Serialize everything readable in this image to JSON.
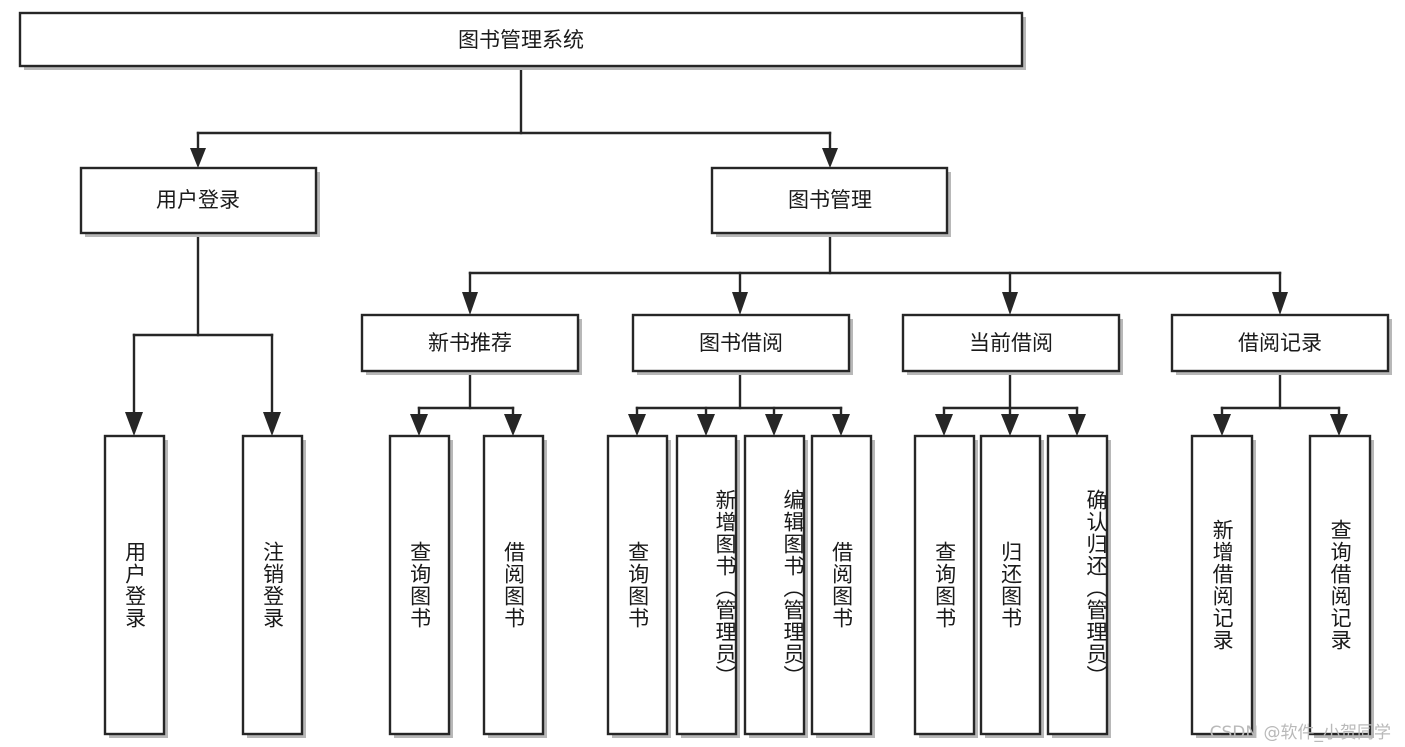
{
  "diagram": {
    "type": "tree-hierarchy",
    "title": "图书管理系统",
    "watermark": "CSDN @软件_小贺同学",
    "colors": {
      "stroke": "#262626",
      "fill": "#ffffff",
      "text": "#1a1a1a",
      "shadow": "#b8b8b8",
      "watermark": "#b9b9b9"
    },
    "levels": {
      "root": {
        "label": "图书管理系统"
      },
      "level2": [
        {
          "label": "用户登录"
        },
        {
          "label": "图书管理"
        }
      ],
      "level3": [
        {
          "label": "新书推荐"
        },
        {
          "label": "图书借阅"
        },
        {
          "label": "当前借阅"
        },
        {
          "label": "借阅记录"
        }
      ],
      "leaves": {
        "user_login": [
          {
            "label": "用户登录"
          },
          {
            "label": "注销登录"
          }
        ],
        "new_book_rec": [
          {
            "label": "查询图书"
          },
          {
            "label": "借阅图书"
          }
        ],
        "book_borrow": [
          {
            "label": "查询图书"
          },
          {
            "label": "新增图书（管理员）"
          },
          {
            "label": "编辑图书（管理员）"
          },
          {
            "label": "借阅图书"
          }
        ],
        "current_borrow": [
          {
            "label": "查询图书"
          },
          {
            "label": "归还图书"
          },
          {
            "label": "确认归还（管理员）"
          }
        ],
        "borrow_record": [
          {
            "label": "新增借阅记录"
          },
          {
            "label": "查询借阅记录"
          }
        ]
      }
    }
  }
}
